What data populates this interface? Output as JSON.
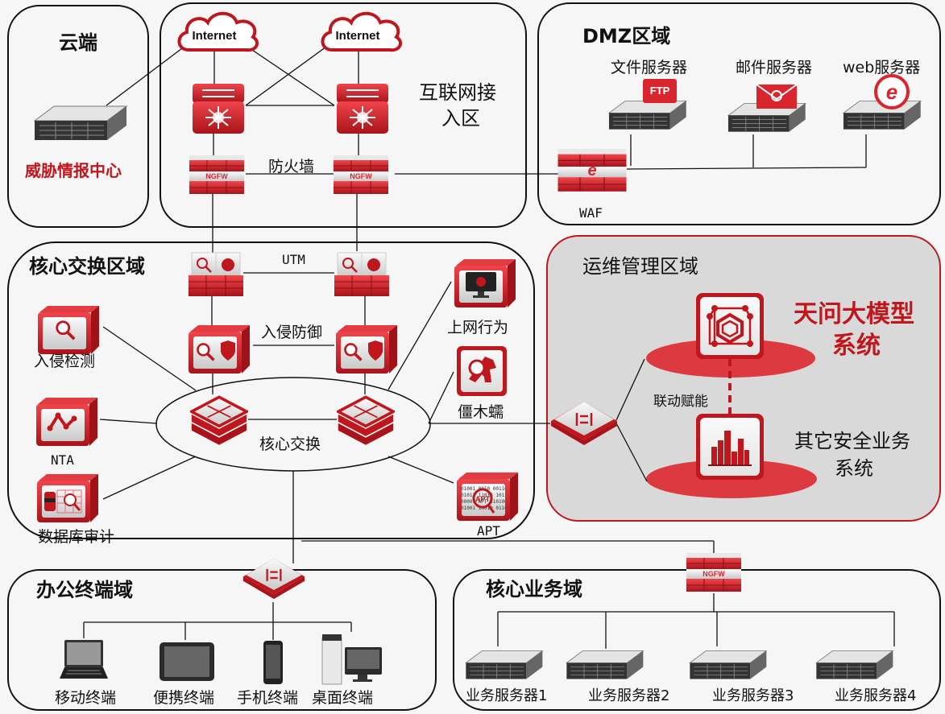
{
  "zones": {
    "cloud": {
      "title": "云端",
      "center_label": "威胁情报中心"
    },
    "internet_access": {
      "title_line1": "互联网接",
      "title_line2": "入区",
      "cloud_label": "Internet",
      "firewall_label": "防火墙",
      "ngfw_text": "NGFW"
    },
    "dmz": {
      "title": "DMZ区域",
      "servers": [
        "文件服务器",
        "邮件服务器",
        "web服务器"
      ],
      "ftp_text": "FTP",
      "waf_label": "WAF"
    },
    "core_switch": {
      "title": "核心交换区域",
      "utm_label": "UTM",
      "ips_label": "入侵防御",
      "core_label": "核心交换",
      "left_devices": [
        "入侵检测",
        "NTA",
        "数据库审计"
      ],
      "right_devices": [
        "上网行为",
        "僵木蠕",
        "APT"
      ]
    },
    "ops": {
      "title": "运维管理区域",
      "tianwen_line1": "天问大模型",
      "tianwen_line2": "系统",
      "link_label": "联动赋能",
      "other_line1": "其它安全业务",
      "other_line2": "系统"
    },
    "office": {
      "title": "办公终端域",
      "terminals": [
        "移动终端",
        "便携终端",
        "手机终端",
        "桌面终端"
      ]
    },
    "core_business": {
      "title": "核心业务域",
      "servers": [
        "业务服务器1",
        "业务服务器2",
        "业务服务器3",
        "业务服务器4"
      ]
    }
  },
  "colors": {
    "brand_red": "#c0161d",
    "device_red": "#d9262e",
    "ops_bg": "#d9d9d9",
    "page_bg": "#f6f6f6"
  }
}
